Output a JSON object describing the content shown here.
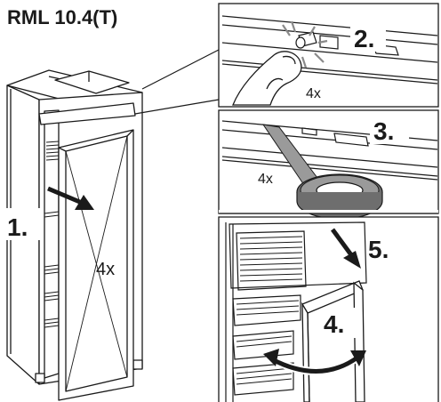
{
  "title": "RML 10.4(T)",
  "steps": {
    "s1": "1.",
    "s2": "2.",
    "s3": "3.",
    "s4": "4.",
    "s5": "5."
  },
  "counts": {
    "door": "4x",
    "screw": "4x",
    "tape": "4x"
  },
  "colors": {
    "line": "#1a1a1a",
    "tape": "#9a9a9a",
    "tape_dark": "#6e6e6e",
    "arrow": "#1a1a1a",
    "background": "#ffffff"
  }
}
